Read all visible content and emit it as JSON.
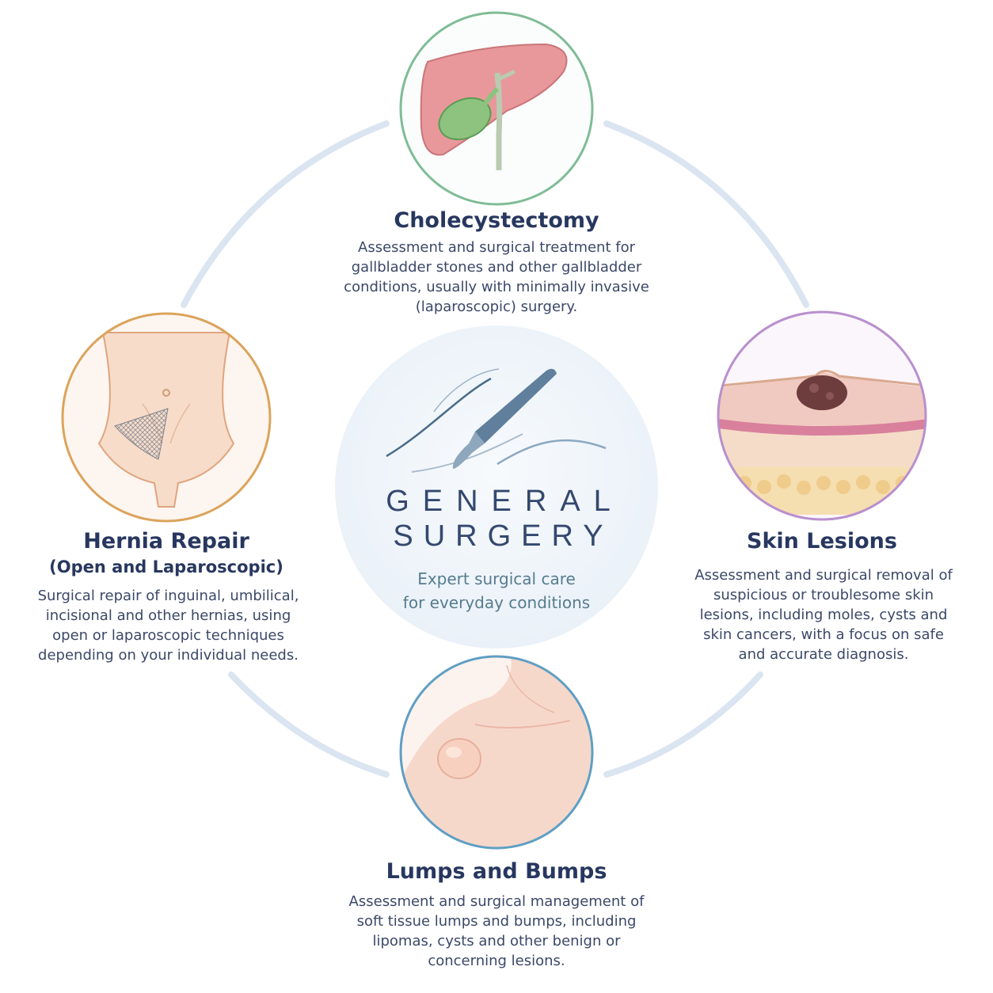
{
  "center": {
    "title_line1": "GENERAL",
    "title_line2": "SURGERY",
    "tagline_line1": "Expert surgical care",
    "tagline_line2": "for everyday conditions"
  },
  "services": {
    "cholecystectomy": {
      "title": "Cholecystectomy",
      "description": "Assessment and surgical treatment for gallbladder stones and other gallbladder conditions, usually with minimally invasive (laparoscopic) surgery.",
      "ring_color": "#7fbc96",
      "icon": "liver-gallbladder-icon"
    },
    "hernia": {
      "title": "Hernia Repair",
      "subtitle": "(Open and Laparoscopic)",
      "description": "Surgical repair of inguinal, umbilical, incisional and other hernias, using open or laparoscopic techniques depending on your individual needs.",
      "ring_color": "#dba45c",
      "icon": "abdomen-mesh-icon"
    },
    "skin": {
      "title": "Skin Lesions",
      "description": "Assessment and surgical removal of suspicious or troublesome skin lesions, including moles, cysts and skin cancers, with a focus on safe and accurate diagnosis.",
      "ring_color": "#b98fce",
      "icon": "skin-layers-icon"
    },
    "lumps": {
      "title": "Lumps and Bumps",
      "description": "Assessment and surgical management of soft tissue lumps and bumps, including lipomas, cysts and other benign or concerning lesions.",
      "ring_color": "#5f9fc4",
      "icon": "shoulder-lump-icon"
    }
  },
  "colors": {
    "connector": "#dbe5f1",
    "center_disc": "#f0f5fa",
    "heading": "#27375f",
    "body_text": "#3b4868"
  }
}
